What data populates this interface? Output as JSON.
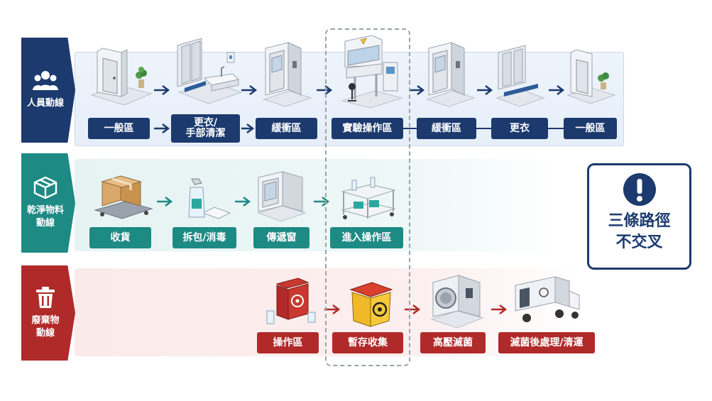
{
  "lanes": {
    "personnel": {
      "title": "人員動線",
      "steps": [
        "一般區",
        "更衣/\n手部清潔",
        "緩衝區",
        "實驗操作區",
        "緩衝區",
        "更衣",
        "一般區"
      ]
    },
    "clean_material": {
      "title": "乾淨物料\n動線",
      "steps": [
        "收貨",
        "拆包/消毒",
        "傳遞窗",
        "進入操作區"
      ]
    },
    "waste": {
      "title": "廢棄物\n動線",
      "steps": [
        "操作區",
        "暫存收集",
        "高壓滅菌",
        "滅菌後處理/清運"
      ]
    }
  },
  "note": {
    "text": "三條路徑\n不交叉"
  },
  "colors": {
    "personnel": "#1c3a6e",
    "clean": "#1e8a84",
    "waste": "#b12a2a",
    "dashed": "#9aa2ab"
  },
  "icons": [
    "people-icon",
    "box-icon",
    "trash-icon",
    "exclamation-icon",
    "biohazard-icon"
  ]
}
